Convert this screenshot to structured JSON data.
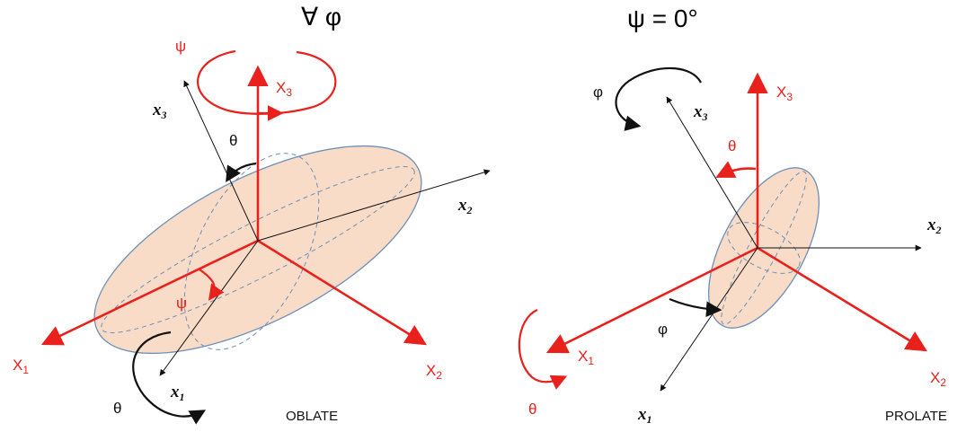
{
  "titles": {
    "oblate": "∀ φ",
    "prolate": "ψ = 0°"
  },
  "captions": {
    "oblate": "OBLATE",
    "prolate": "PROLATE"
  },
  "oblate": {
    "lab_x1": "X1",
    "lab_x2": "X2",
    "lab_x3": "X3",
    "body_x1": "x1",
    "body_x2": "x2",
    "body_x3": "x3",
    "psi_top": "ψ",
    "psi_mid": "ψ",
    "theta_top": "θ",
    "theta_bottom": "θ"
  },
  "prolate": {
    "lab_x1": "X1",
    "lab_x2": "X2",
    "lab_x3": "X3",
    "body_x1": "x1",
    "body_x2": "x2",
    "body_x3": "x3",
    "phi_top": "φ",
    "phi_mid": "φ",
    "theta_red": "θ",
    "theta_bottom": "θ"
  },
  "colors": {
    "red": "#e8211d",
    "black": "#111111",
    "fill": "#f8dcc8",
    "edge": "#6f8fb5"
  }
}
